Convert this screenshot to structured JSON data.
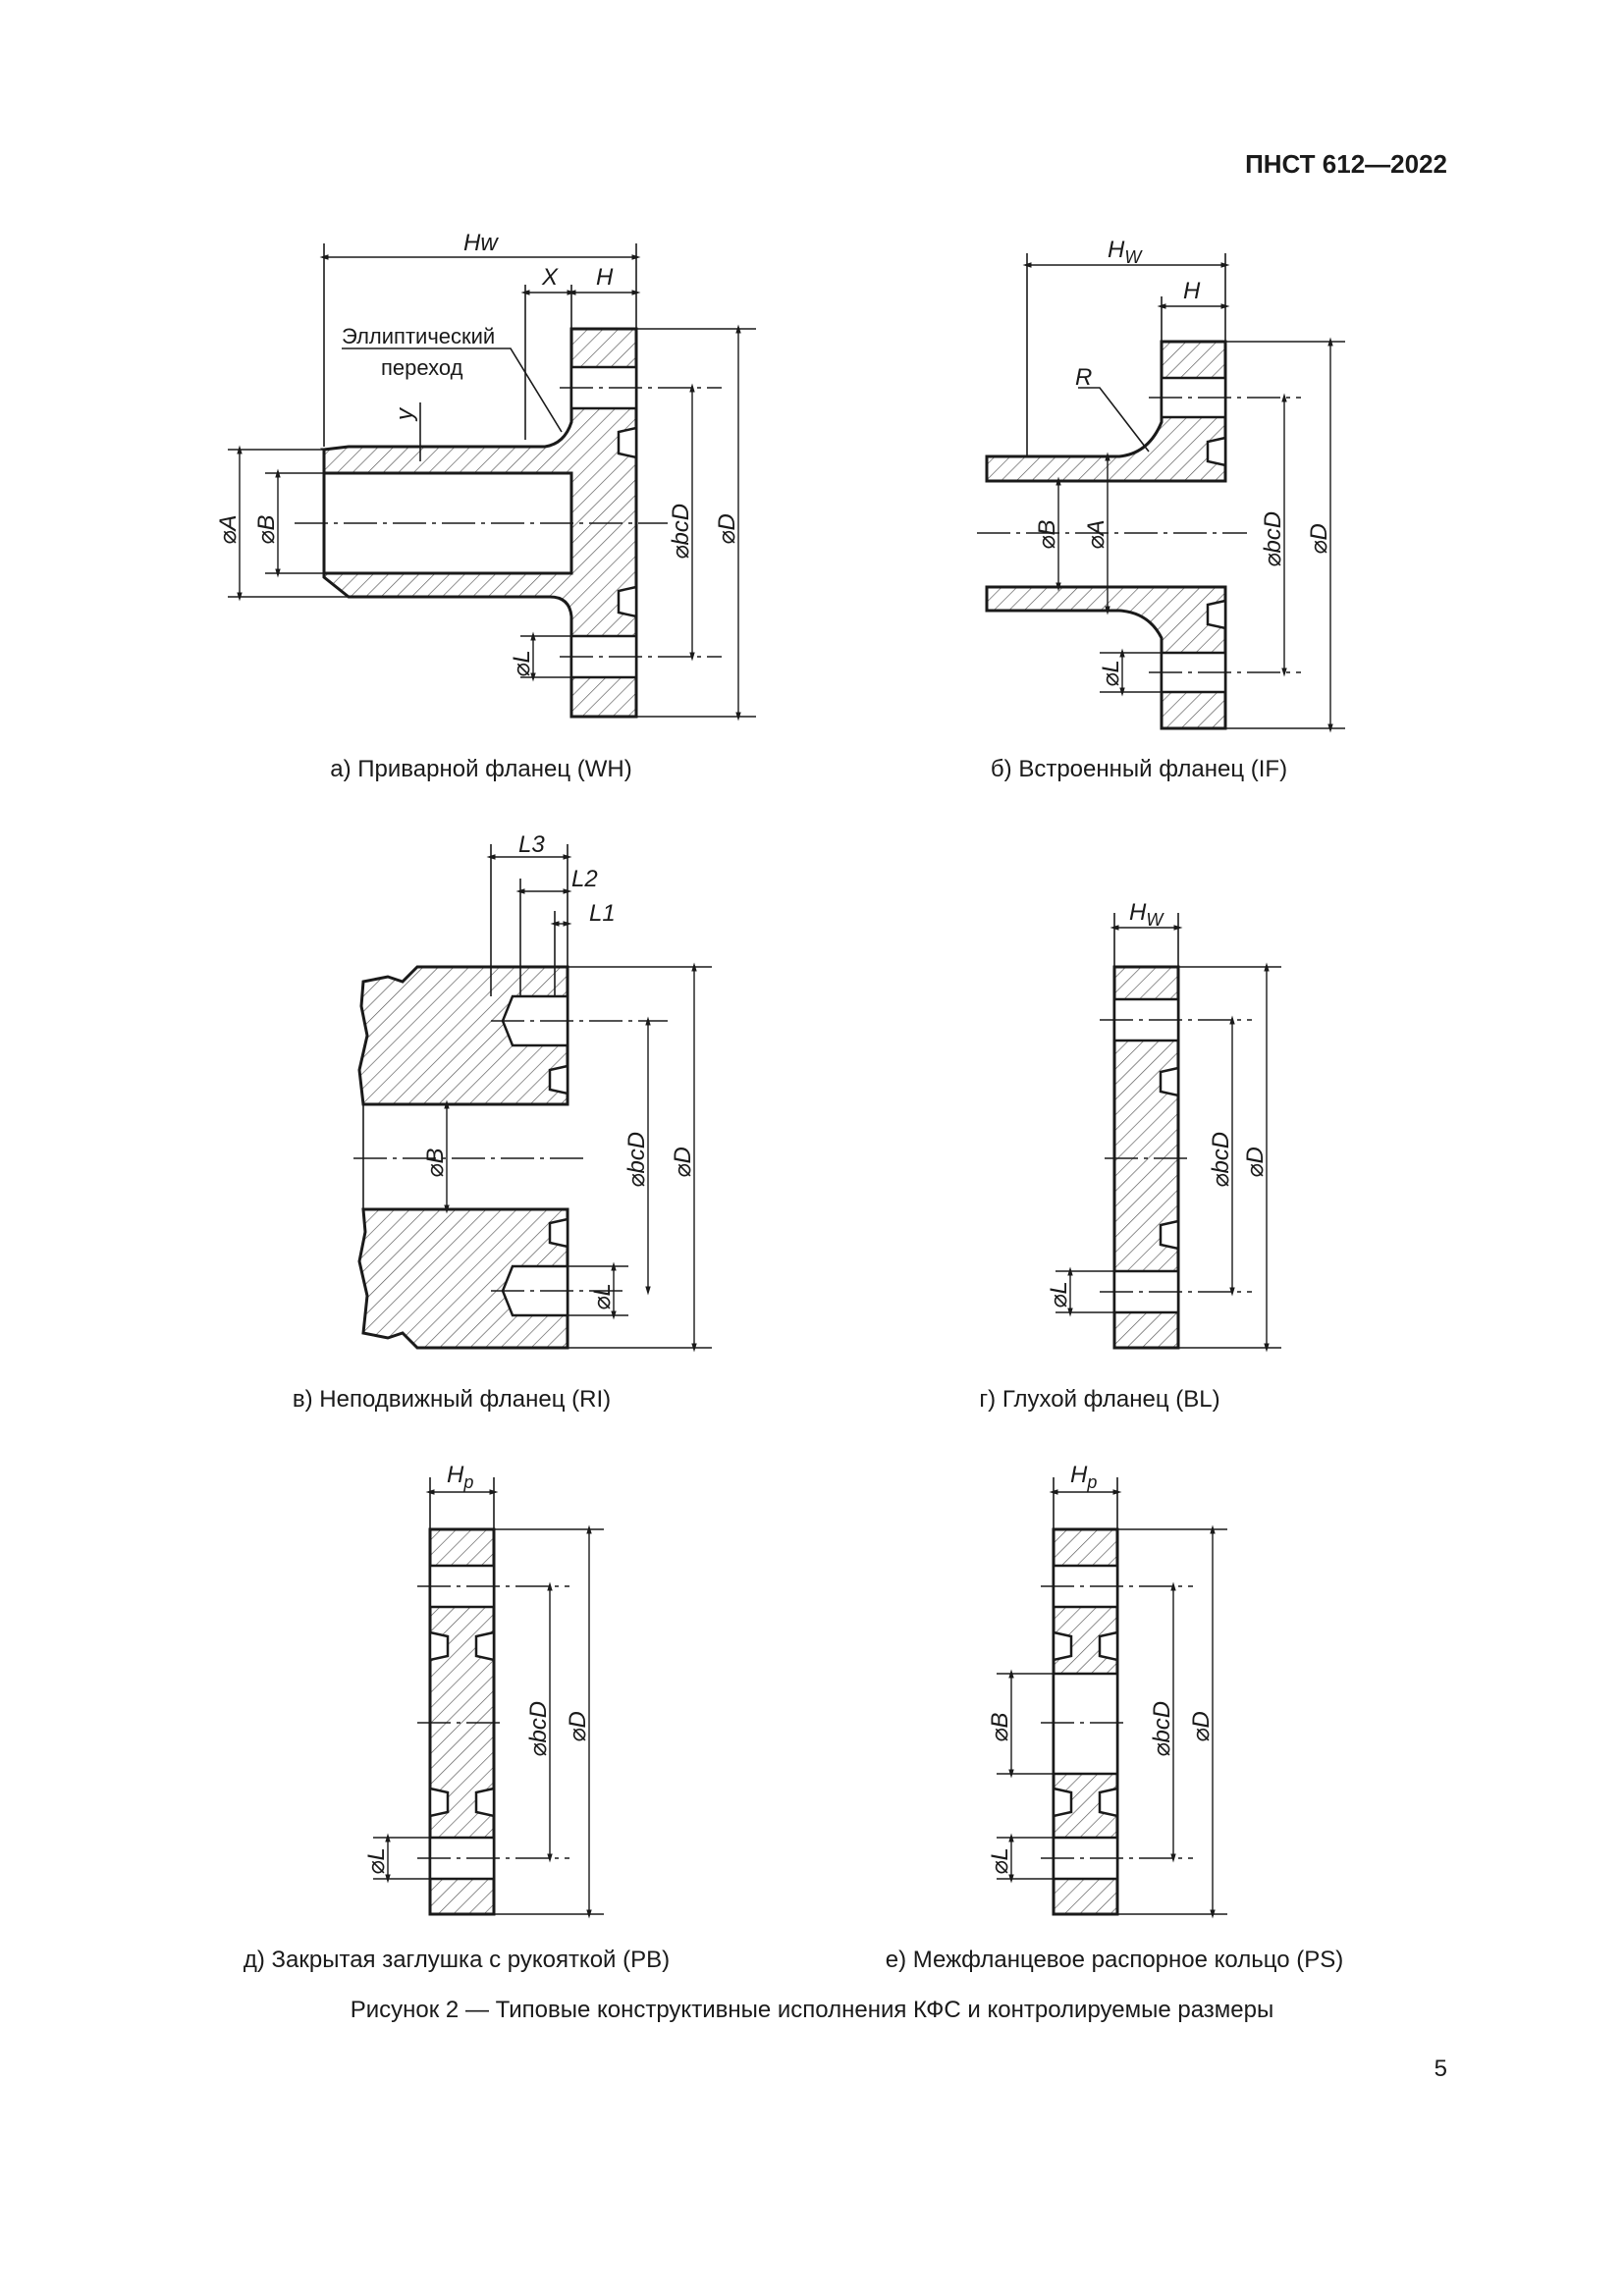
{
  "header": {
    "doc_id": "ПНСТ 612—2022"
  },
  "figures": {
    "a": {
      "caption": "а) Приварной фланец (WH)",
      "labels": {
        "hw": "Hw",
        "x": "X",
        "h": "H",
        "note1": "Эллиптический",
        "note2": "переход",
        "y": "y",
        "a": "⌀A",
        "b": "⌀B",
        "bcd": "⌀bcD",
        "d": "⌀D",
        "l": "⌀L"
      }
    },
    "b": {
      "caption": "б) Встроенный фланец (IF)",
      "labels": {
        "hw": "H",
        "hw_sub": "W",
        "h": "H",
        "r": "R",
        "b": "⌀B",
        "a": "⌀A",
        "bcd": "⌀bcD",
        "d": "⌀D",
        "l": "⌀L"
      }
    },
    "c": {
      "caption": "в) Неподвижный фланец (RI)",
      "labels": {
        "l3": "L3",
        "l2": "L2",
        "l1": "L1",
        "b": "⌀B",
        "bcd": "⌀bcD",
        "d": "⌀D",
        "l": "⌀L"
      }
    },
    "d": {
      "caption": "г) Глухой фланец (BL)",
      "labels": {
        "hw": "H",
        "hw_sub": "W",
        "bcd": "⌀bcD",
        "d": "⌀D",
        "l": "⌀L"
      }
    },
    "e": {
      "caption": "д) Закрытая заглушка с рукояткой (PB)",
      "labels": {
        "hp": "H",
        "hp_sub": "p",
        "bcd": "⌀bcD",
        "d": "⌀D",
        "l": "⌀L"
      }
    },
    "f": {
      "caption": "е) Межфланцевое распорное кольцо (PS)",
      "labels": {
        "hp": "H",
        "hp_sub": "p",
        "b": "⌀B",
        "bcd": "⌀bcD",
        "d": "⌀D",
        "l": "⌀L"
      }
    }
  },
  "figure_caption": "Рисунок 2 — Типовые конструктивные исполнения КФС и контролируемые размеры",
  "page_number": "5"
}
